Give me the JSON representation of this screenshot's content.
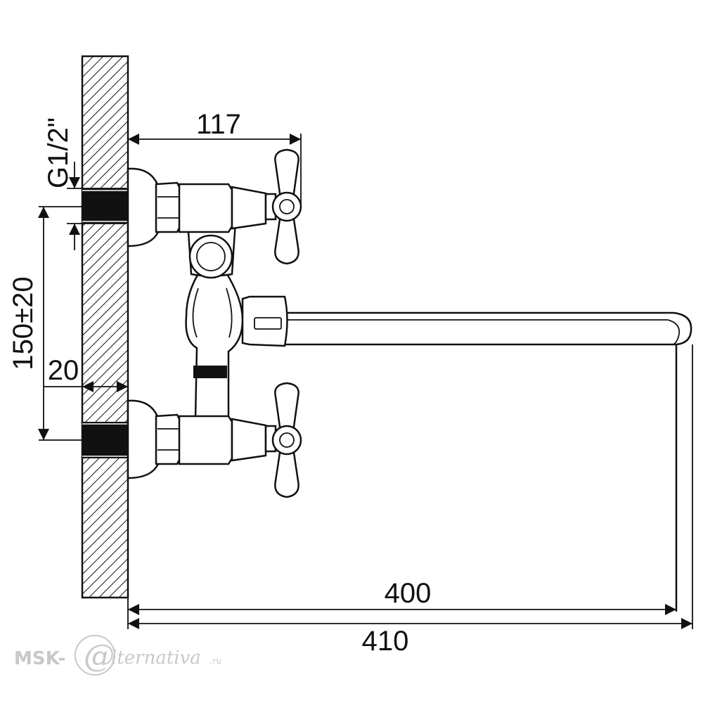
{
  "dimensions": {
    "width_117": "117",
    "thread": "G1/2\"",
    "spacing": "150±20",
    "offset_20": "20",
    "spout_400": "400",
    "total_410": "410"
  },
  "watermark": {
    "prefix": "MSK-",
    "at": "@",
    "suffix": "lternativa",
    "tld": ".ru"
  },
  "colors": {
    "line": "#111111",
    "watermark": "#c8c8c8"
  }
}
